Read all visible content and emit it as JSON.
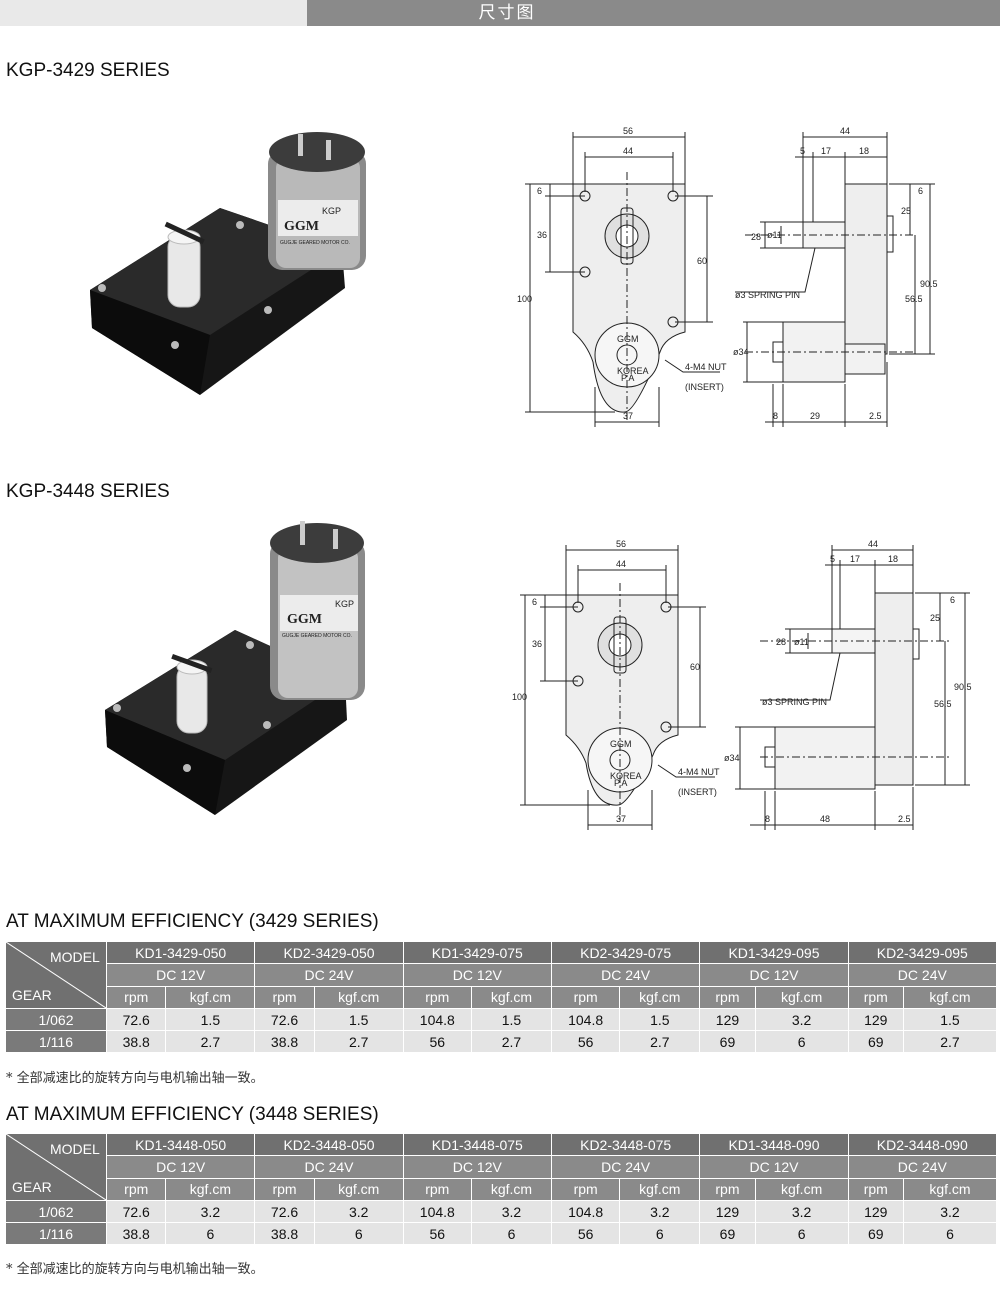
{
  "header": {
    "title": "尺寸图"
  },
  "series": [
    {
      "title": "KGP-3429 SERIES",
      "photo": {
        "label_brand": "GGM",
        "label_model": "KGP",
        "label_maker": "GUGJE GEARED MOTOR CO."
      },
      "drawing": {
        "front": {
          "w_total": "56",
          "w_holes": "44",
          "h_total": "100",
          "h_top": "6",
          "h_36": "36",
          "h_60": "60",
          "w_bottom": "37",
          "nut_note_1": "4-M4 NUT",
          "nut_note_2": "(INSERT)",
          "label_brand": "GGM",
          "label_korea": "KOREA",
          "label_pa": "P.A"
        },
        "side": {
          "w_total": "44",
          "w_5": "5",
          "w_17": "17",
          "w_18": "18",
          "h_6": "6",
          "h_25": "25",
          "h_56_5": "56.5",
          "h_90_5": "90.5",
          "d_28": "28",
          "d_11": "ø11",
          "d_34": "ø34",
          "pin": "ø3 SPRING PIN",
          "w_8": "8",
          "w_motor": "29",
          "w_2_5": "2.5"
        }
      }
    },
    {
      "title": "KGP-3448 SERIES",
      "photo": {
        "label_brand": "GGM",
        "label_model": "KGP",
        "label_maker": "GUGJE GEARED MOTOR CO."
      },
      "drawing": {
        "front": {
          "w_total": "56",
          "w_holes": "44",
          "h_total": "100",
          "h_top": "6",
          "h_36": "36",
          "h_60": "60",
          "w_bottom": "37",
          "nut_note_1": "4-M4 NUT",
          "nut_note_2": "(INSERT)",
          "label_brand": "GGM",
          "label_korea": "KOREA",
          "label_pa": "P.A"
        },
        "side": {
          "w_total": "44",
          "w_5": "5",
          "w_17": "17",
          "w_18": "18",
          "h_6": "6",
          "h_25": "25",
          "h_56_5": "56.5",
          "h_90_5": "90.5",
          "d_28": "28",
          "d_11": "ø11",
          "d_34": "ø34",
          "pin": "ø3 SPRING PIN",
          "w_8": "8",
          "w_motor": "48",
          "w_2_5": "2.5"
        }
      }
    }
  ],
  "tables": [
    {
      "title": "AT MAXIMUM EFFICIENCY (3429 SERIES)",
      "model_label": "MODEL",
      "gear_label": "GEAR",
      "models": [
        "KD1-3429-050",
        "KD2-3429-050",
        "KD1-3429-075",
        "KD2-3429-075",
        "KD1-3429-095",
        "KD2-3429-095"
      ],
      "voltages": [
        "DC 12V",
        "DC 24V",
        "DC 12V",
        "DC 24V",
        "DC 12V",
        "DC 24V"
      ],
      "units": [
        "rpm",
        "kgf.cm"
      ],
      "rows": [
        {
          "gear": "1/062",
          "values": [
            "72.6",
            "1.5",
            "72.6",
            "1.5",
            "104.8",
            "1.5",
            "104.8",
            "1.5",
            "129",
            "3.2",
            "129",
            "1.5"
          ]
        },
        {
          "gear": "1/116",
          "values": [
            "38.8",
            "2.7",
            "38.8",
            "2.7",
            "56",
            "2.7",
            "56",
            "2.7",
            "69",
            "6",
            "69",
            "2.7"
          ]
        }
      ],
      "note": "* 全部减速比的旋转方向与电机输出轴一致。"
    },
    {
      "title": "AT MAXIMUM EFFICIENCY (3448 SERIES)",
      "model_label": "MODEL",
      "gear_label": "GEAR",
      "models": [
        "KD1-3448-050",
        "KD2-3448-050",
        "KD1-3448-075",
        "KD2-3448-075",
        "KD1-3448-090",
        "KD2-3448-090"
      ],
      "voltages": [
        "DC 12V",
        "DC 24V",
        "DC 12V",
        "DC 24V",
        "DC 12V",
        "DC 24V"
      ],
      "units": [
        "rpm",
        "kgf.cm"
      ],
      "rows": [
        {
          "gear": "1/062",
          "values": [
            "72.6",
            "3.2",
            "72.6",
            "3.2",
            "104.8",
            "3.2",
            "104.8",
            "3.2",
            "129",
            "3.2",
            "129",
            "3.2"
          ]
        },
        {
          "gear": "1/116",
          "values": [
            "38.8",
            "6",
            "38.8",
            "6",
            "56",
            "6",
            "56",
            "6",
            "69",
            "6",
            "69",
            "6"
          ]
        }
      ],
      "note": "* 全部减速比的旋转方向与电机输出轴一致。"
    }
  ]
}
